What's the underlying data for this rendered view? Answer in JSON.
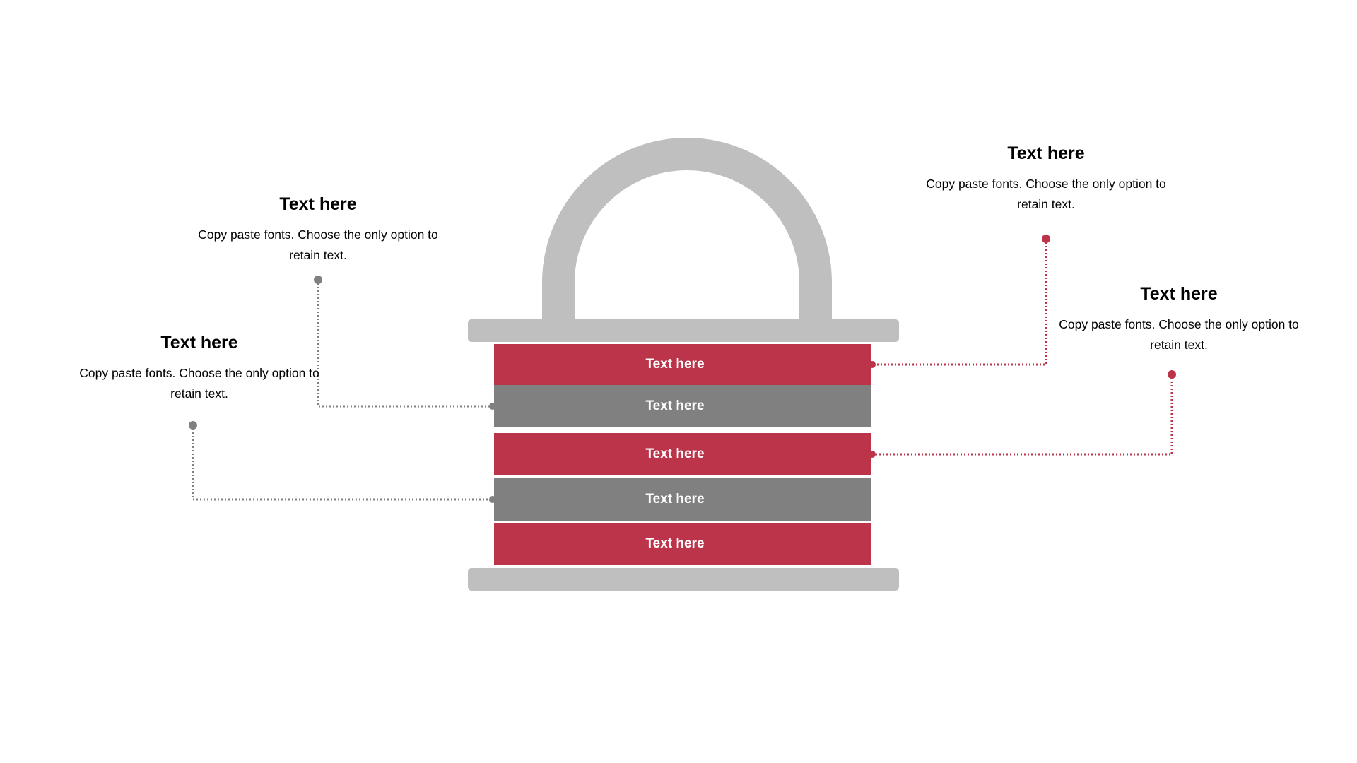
{
  "colors": {
    "accent_red": "#BC3449",
    "gray_dark": "#808080",
    "gray_light": "#BFBFBF",
    "band_text": "#FFFFFF"
  },
  "lock": {
    "bands": [
      {
        "label": "Text here",
        "color": "red"
      },
      {
        "label": "Text here",
        "color": "gray"
      },
      {
        "label": "Text here",
        "color": "red"
      },
      {
        "label": "Text here",
        "color": "gray"
      },
      {
        "label": "Text here",
        "color": "red"
      }
    ]
  },
  "callouts": {
    "left_top": {
      "title": "Text here",
      "body": "Copy paste fonts. Choose the only option to retain text."
    },
    "left_bottom": {
      "title": "Text here",
      "body": "Copy paste fonts. Choose the only option to retain text."
    },
    "right_top": {
      "title": "Text here",
      "body": "Copy paste fonts. Choose the only option to retain text."
    },
    "right_bottom": {
      "title": "Text here",
      "body": "Copy paste fonts. Choose the only option to retain text."
    }
  }
}
